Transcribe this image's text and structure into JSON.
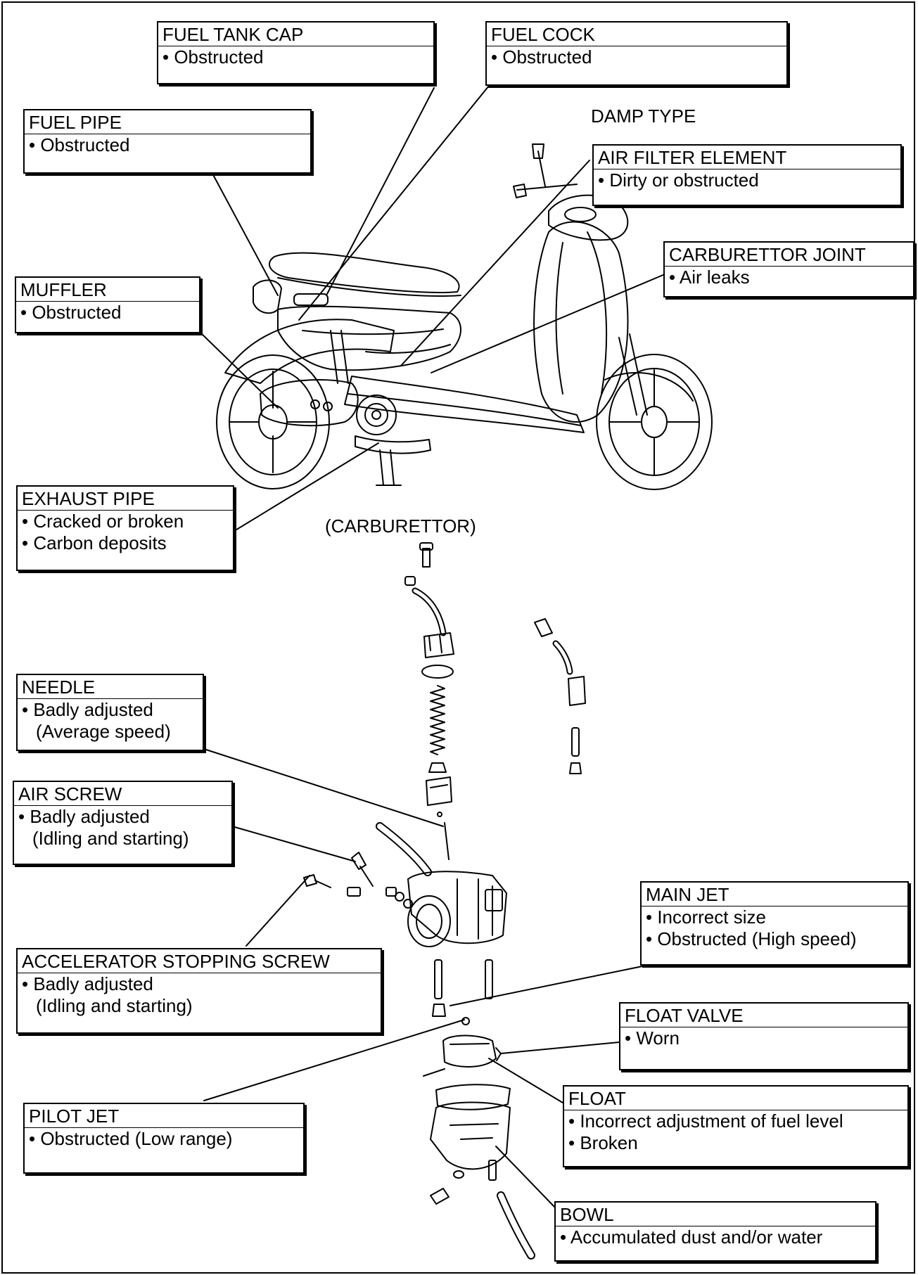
{
  "captions": {
    "damp_type": "DAMP TYPE",
    "carburettor": "(CARBURETTOR)"
  },
  "callouts": {
    "fuel_tank_cap": {
      "title": "FUEL TANK CAP",
      "items": [
        "• Obstructed"
      ]
    },
    "fuel_cock": {
      "title": "FUEL COCK",
      "items": [
        "• Obstructed"
      ]
    },
    "fuel_pipe": {
      "title": "FUEL PIPE",
      "items": [
        "• Obstructed"
      ]
    },
    "air_filter_element": {
      "title": "AIR FILTER ELEMENT",
      "items": [
        "• Dirty or obstructed"
      ]
    },
    "carburettor_joint": {
      "title": "CARBURETTOR  JOINT",
      "items": [
        "• Air leaks"
      ]
    },
    "muffler": {
      "title": "MUFFLER",
      "items": [
        "• Obstructed"
      ]
    },
    "exhaust_pipe": {
      "title": "EXHAUST PIPE",
      "items": [
        "• Cracked or broken",
        "• Carbon deposits"
      ]
    },
    "needle": {
      "title": "NEEDLE",
      "items": [
        "• Badly adjusted",
        "(Average speed)"
      ]
    },
    "air_screw": {
      "title": "AIR SCREW",
      "items": [
        "• Badly adjusted",
        "(Idling and starting)"
      ]
    },
    "main_jet": {
      "title": "MAIN JET",
      "items": [
        "• Incorrect size",
        "• Obstructed (High speed)"
      ]
    },
    "accelerator_stopping_screw": {
      "title": "ACCELERATOR STOPPING SCREW",
      "items": [
        "• Badly adjusted",
        "(Idling and starting)"
      ]
    },
    "float_valve": {
      "title": "FLOAT VALVE",
      "items": [
        "• Worn"
      ]
    },
    "float": {
      "title": "FLOAT",
      "items": [
        "• Incorrect adjustment of fuel level",
        "• Broken"
      ]
    },
    "pilot_jet": {
      "title": "PILOT JET",
      "items": [
        "• Obstructed (Low range)"
      ]
    },
    "bowl": {
      "title": "BOWL",
      "items": [
        "• Accumulated dust and/or water"
      ]
    }
  }
}
